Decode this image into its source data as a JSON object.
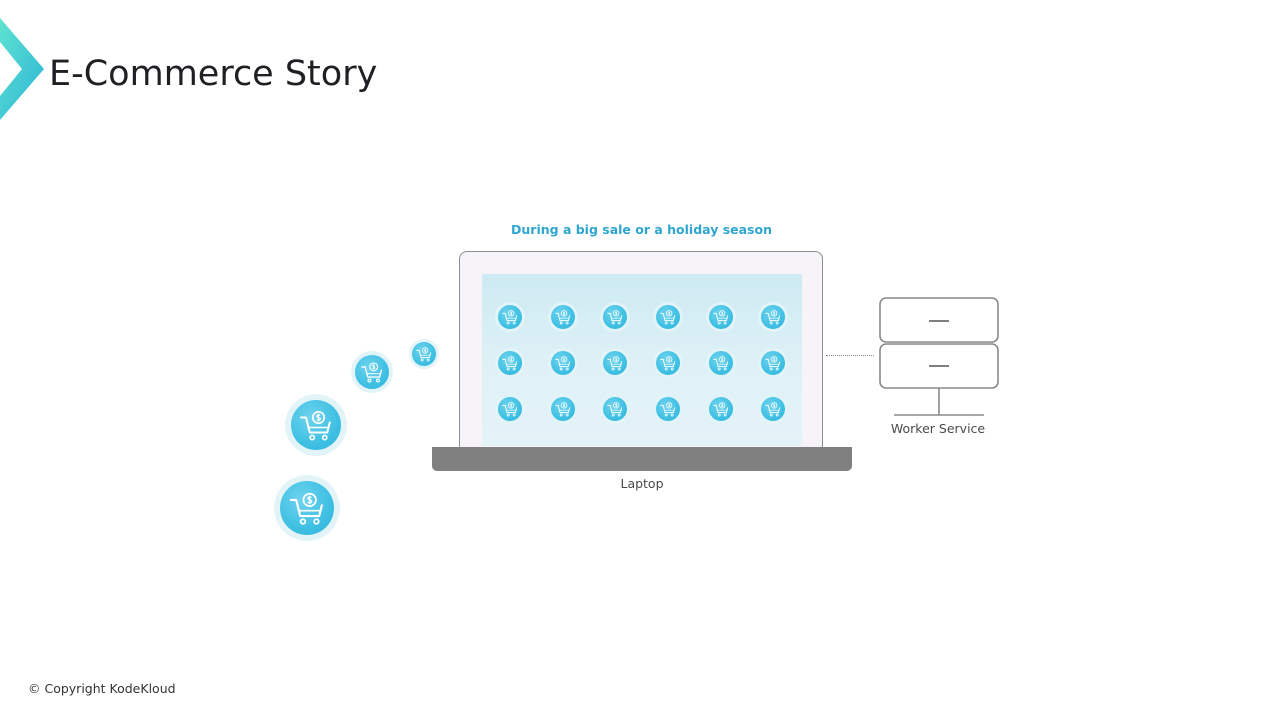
{
  "slide": {
    "title": "E-Commerce Story",
    "caption": "During a big sale or a holiday season",
    "copyright": "© Copyright KodeKloud"
  },
  "diagram": {
    "laptop": {
      "label": "Laptop"
    },
    "worker_service": {
      "label": "Worker Service"
    },
    "icons": {
      "cart": "shopping-cart-dollar-icon",
      "server": "server-icon",
      "brand": "kodekloud-chevron-icon"
    },
    "screen_grid": {
      "rows": 3,
      "columns": 6
    },
    "colors": {
      "accent": "#2fa6d0",
      "cart_fill": "#3fc0e3",
      "laptop_base": "#808080",
      "outline": "#8f8f8f"
    }
  }
}
